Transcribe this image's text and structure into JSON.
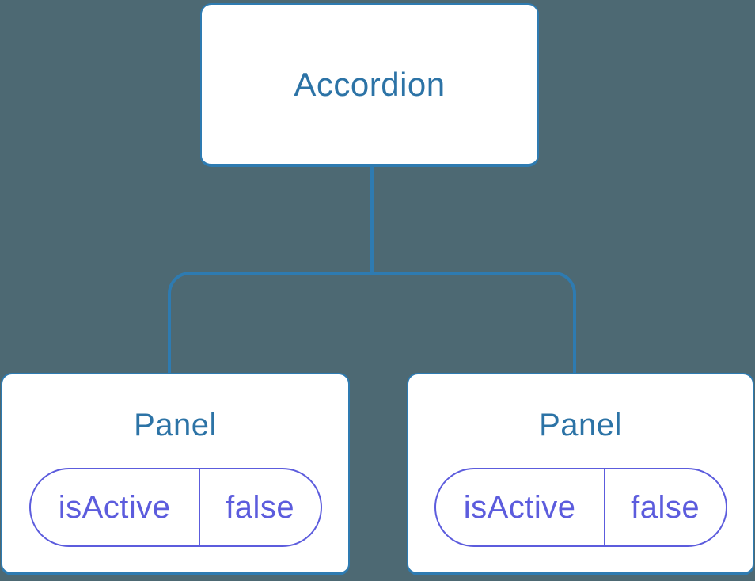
{
  "colors": {
    "canvas_bg": "#4d6973",
    "node_bg": "#ffffff",
    "line_color": "#2e7bb1",
    "node_text": "#2c73a6",
    "state_color": "#5c5cdd"
  },
  "tree": {
    "root": {
      "label": "Accordion"
    },
    "children": [
      {
        "label": "Panel",
        "state": {
          "key": "isActive",
          "value": "false"
        }
      },
      {
        "label": "Panel",
        "state": {
          "key": "isActive",
          "value": "false"
        }
      }
    ]
  }
}
